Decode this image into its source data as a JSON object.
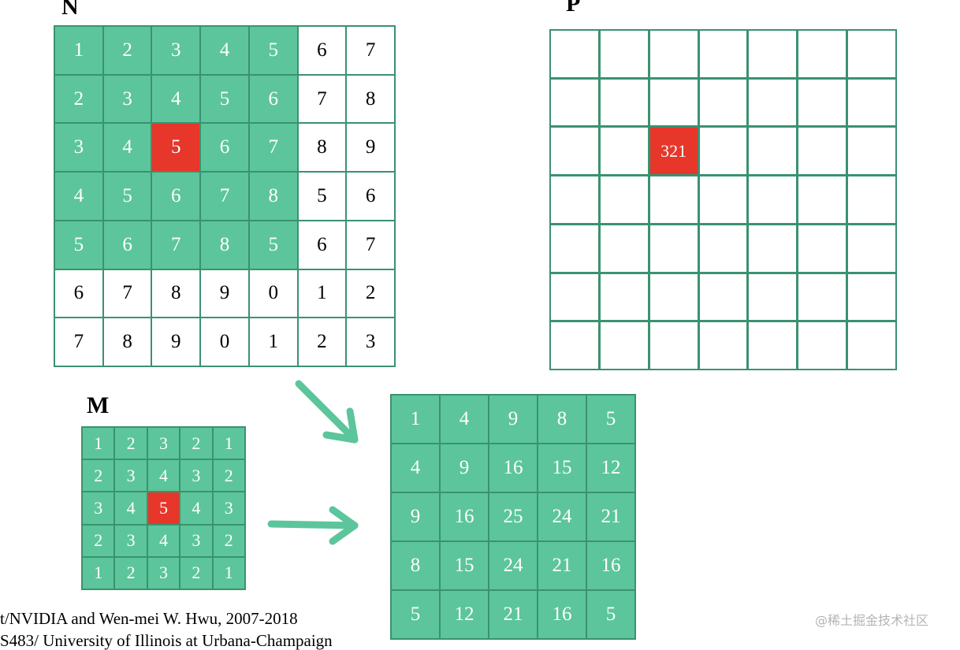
{
  "labels": {
    "n": "N",
    "p": "P",
    "m": "M"
  },
  "grid_n": {
    "rows": [
      [
        "1",
        "2",
        "3",
        "4",
        "5",
        "6",
        "7"
      ],
      [
        "2",
        "3",
        "4",
        "5",
        "6",
        "7",
        "8"
      ],
      [
        "3",
        "4",
        "5",
        "6",
        "7",
        "8",
        "9"
      ],
      [
        "4",
        "5",
        "6",
        "7",
        "8",
        "5",
        "6"
      ],
      [
        "5",
        "6",
        "7",
        "8",
        "5",
        "6",
        "7"
      ],
      [
        "6",
        "7",
        "8",
        "9",
        "0",
        "1",
        "2"
      ],
      [
        "7",
        "8",
        "9",
        "0",
        "1",
        "2",
        "3"
      ]
    ],
    "highlight_rows": 5,
    "highlight_cols": 5,
    "center": [
      2,
      2
    ]
  },
  "grid_p": {
    "size": 7,
    "center": [
      2,
      2
    ],
    "center_value": "321"
  },
  "grid_m": {
    "rows": [
      [
        "1",
        "2",
        "3",
        "2",
        "1"
      ],
      [
        "2",
        "3",
        "4",
        "3",
        "2"
      ],
      [
        "3",
        "4",
        "5",
        "4",
        "3"
      ],
      [
        "2",
        "3",
        "4",
        "3",
        "2"
      ],
      [
        "1",
        "2",
        "3",
        "2",
        "1"
      ]
    ],
    "center": [
      2,
      2
    ]
  },
  "grid_result": {
    "rows": [
      [
        "1",
        "4",
        "9",
        "8",
        "5"
      ],
      [
        "4",
        "9",
        "16",
        "15",
        "12"
      ],
      [
        "9",
        "16",
        "25",
        "24",
        "21"
      ],
      [
        "8",
        "15",
        "24",
        "21",
        "16"
      ],
      [
        "5",
        "12",
        "21",
        "16",
        "5"
      ]
    ]
  },
  "footer": {
    "line1": "t/NVIDIA and Wen-mei W. Hwu, 2007-2018",
    "line2": "S483/ University of Illinois at Urbana-Champaign"
  },
  "watermark": "@稀土掘金技术社区",
  "colors": {
    "green": "#5cc59b",
    "border": "#3a9270",
    "red": "#e7362a"
  }
}
